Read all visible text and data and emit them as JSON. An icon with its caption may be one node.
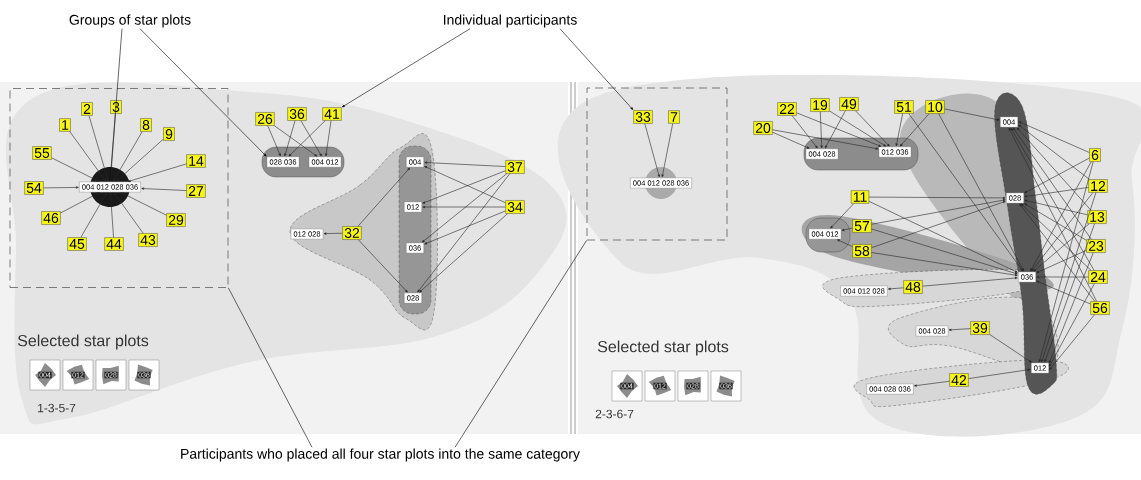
{
  "diagram": {
    "nodes": [
      {
        "text": [
          "Groups of star plots"
        ]
      },
      {
        "text": [
          "Individual participants"
        ]
      },
      {
        "text": [],
        "shape": "box"
      },
      {
        "text": [
          "1"
        ],
        "in": 2
      },
      {
        "text": [
          "2"
        ],
        "in": 2
      },
      {
        "text": [
          "3"
        ],
        "in": 2
      },
      {
        "text": [
          "8"
        ],
        "in": 2
      },
      {
        "text": [
          "9"
        ],
        "in": 2
      },
      {
        "text": [
          "14"
        ],
        "in": 2
      },
      {
        "text": [
          "27"
        ],
        "in": 2
      },
      {
        "text": [
          "29"
        ],
        "in": 2
      },
      {
        "text": [
          "43"
        ],
        "in": 2
      },
      {
        "text": [
          "44"
        ],
        "in": 2
      },
      {
        "text": [
          "45"
        ],
        "in": 2
      },
      {
        "text": [
          "46"
        ],
        "in": 2
      },
      {
        "text": [
          "54"
        ],
        "in": 2
      },
      {
        "text": [
          "55"
        ],
        "in": 2
      },
      {
        "text": [
          "004 012 028 036"
        ],
        "in": 2
      },
      {
        "text": [
          "26"
        ]
      },
      {
        "text": [
          "36"
        ]
      },
      {
        "text": [
          "41"
        ]
      },
      {
        "text": [
          "028 036"
        ]
      },
      {
        "text": [
          "004 012"
        ]
      },
      {
        "text": [
          "004"
        ]
      },
      {
        "text": [
          "012"
        ]
      },
      {
        "text": [
          "012 028"
        ]
      },
      {
        "text": [
          "32"
        ]
      },
      {
        "text": [
          "036"
        ]
      },
      {
        "text": [
          "028"
        ]
      },
      {
        "text": [
          "37"
        ]
      },
      {
        "text": [
          "34"
        ]
      },
      {
        "text": [],
        "shape": "box"
      },
      {
        "text": [
          "33"
        ],
        "in": 31
      },
      {
        "text": [
          "7"
        ],
        "in": 31
      },
      {
        "text": [
          "004 012 028 036"
        ],
        "in": 31
      },
      {
        "text": [
          "20"
        ]
      },
      {
        "text": [
          "22"
        ]
      },
      {
        "text": [
          "19"
        ]
      },
      {
        "text": [
          "49"
        ]
      },
      {
        "text": [
          "51"
        ]
      },
      {
        "text": [
          "10"
        ]
      },
      {
        "text": [
          "004 028"
        ]
      },
      {
        "text": [
          "012 036"
        ]
      },
      {
        "text": [
          "004"
        ]
      },
      {
        "text": [
          "028"
        ]
      },
      {
        "text": [
          "036"
        ]
      },
      {
        "text": [
          "012"
        ]
      },
      {
        "text": [
          "11"
        ]
      },
      {
        "text": [
          "57"
        ]
      },
      {
        "text": [
          "58"
        ]
      },
      {
        "text": [
          "004 012"
        ]
      },
      {
        "text": [
          "48"
        ]
      },
      {
        "text": [
          "004 012 028"
        ]
      },
      {
        "text": [
          "39"
        ]
      },
      {
        "text": [
          "004 028"
        ]
      },
      {
        "text": [
          "42"
        ]
      },
      {
        "text": [
          "004 028 036"
        ]
      },
      {
        "text": [
          "6"
        ]
      },
      {
        "text": [
          "12"
        ]
      },
      {
        "text": [
          "13"
        ]
      },
      {
        "text": [
          "23"
        ]
      },
      {
        "text": [
          "24"
        ]
      },
      {
        "text": [
          "56"
        ]
      },
      {
        "text": [
          "Participants who placed all four star plots into the same category"
        ]
      }
    ],
    "edges": [
      {
        "from": 0,
        "to": 17,
        "arrow": "to"
      },
      {
        "from": 0,
        "to": 21,
        "arrow": "to"
      },
      {
        "from": 1,
        "to": 20,
        "arrow": "to"
      },
      {
        "from": 1,
        "to": 32,
        "arrow": "to"
      },
      {
        "from": 63,
        "to": 2,
        "arrow": "none"
      },
      {
        "from": 63,
        "to": 31,
        "arrow": "none"
      },
      {
        "from": 3,
        "to": 17,
        "arrow": "to"
      },
      {
        "from": 4,
        "to": 17,
        "arrow": "to"
      },
      {
        "from": 5,
        "to": 17,
        "arrow": "to"
      },
      {
        "from": 6,
        "to": 17,
        "arrow": "to"
      },
      {
        "from": 7,
        "to": 17,
        "arrow": "to"
      },
      {
        "from": 8,
        "to": 17,
        "arrow": "to"
      },
      {
        "from": 9,
        "to": 17,
        "arrow": "to"
      },
      {
        "from": 10,
        "to": 17,
        "arrow": "to"
      },
      {
        "from": 11,
        "to": 17,
        "arrow": "to"
      },
      {
        "from": 12,
        "to": 17,
        "arrow": "to"
      },
      {
        "from": 13,
        "to": 17,
        "arrow": "to"
      },
      {
        "from": 14,
        "to": 17,
        "arrow": "to"
      },
      {
        "from": 15,
        "to": 17,
        "arrow": "to"
      },
      {
        "from": 16,
        "to": 17,
        "arrow": "to"
      },
      {
        "from": 18,
        "to": 21,
        "arrow": "to"
      },
      {
        "from": 18,
        "to": 22,
        "arrow": "to"
      },
      {
        "from": 19,
        "to": 21,
        "arrow": "to"
      },
      {
        "from": 19,
        "to": 22,
        "arrow": "to"
      },
      {
        "from": 20,
        "to": 21,
        "arrow": "to"
      },
      {
        "from": 20,
        "to": 22,
        "arrow": "to"
      },
      {
        "from": 26,
        "to": 25,
        "arrow": "to"
      },
      {
        "from": 26,
        "to": 23,
        "arrow": "to"
      },
      {
        "from": 26,
        "to": 28,
        "arrow": "to"
      },
      {
        "from": 29,
        "to": 23,
        "arrow": "to"
      },
      {
        "from": 29,
        "to": 24,
        "arrow": "to"
      },
      {
        "from": 29,
        "to": 27,
        "arrow": "to"
      },
      {
        "from": 29,
        "to": 28,
        "arrow": "to"
      },
      {
        "from": 30,
        "to": 23,
        "arrow": "to"
      },
      {
        "from": 30,
        "to": 24,
        "arrow": "to"
      },
      {
        "from": 30,
        "to": 27,
        "arrow": "to"
      },
      {
        "from": 30,
        "to": 28,
        "arrow": "to"
      },
      {
        "from": 32,
        "to": 34,
        "arrow": "to"
      },
      {
        "from": 33,
        "to": 34,
        "arrow": "to"
      },
      {
        "from": 35,
        "to": 41,
        "arrow": "to"
      },
      {
        "from": 35,
        "to": 42,
        "arrow": "to"
      },
      {
        "from": 36,
        "to": 41,
        "arrow": "to"
      },
      {
        "from": 36,
        "to": 42,
        "arrow": "to"
      },
      {
        "from": 37,
        "to": 41,
        "arrow": "to"
      },
      {
        "from": 37,
        "to": 42,
        "arrow": "to"
      },
      {
        "from": 38,
        "to": 41,
        "arrow": "to"
      },
      {
        "from": 38,
        "to": 42,
        "arrow": "to"
      },
      {
        "from": 39,
        "to": 42,
        "arrow": "to"
      },
      {
        "from": 39,
        "to": 45,
        "arrow": "to"
      },
      {
        "from": 40,
        "to": 42,
        "arrow": "to"
      },
      {
        "from": 40,
        "to": 43,
        "arrow": "to"
      },
      {
        "from": 40,
        "to": 45,
        "arrow": "to"
      },
      {
        "from": 47,
        "to": 44,
        "arrow": "to"
      },
      {
        "from": 47,
        "to": 45,
        "arrow": "to"
      },
      {
        "from": 47,
        "to": 50,
        "arrow": "to"
      },
      {
        "from": 48,
        "to": 44,
        "arrow": "to"
      },
      {
        "from": 48,
        "to": 45,
        "arrow": "to"
      },
      {
        "from": 48,
        "to": 50,
        "arrow": "to"
      },
      {
        "from": 49,
        "to": 44,
        "arrow": "to"
      },
      {
        "from": 49,
        "to": 45,
        "arrow": "to"
      },
      {
        "from": 49,
        "to": 50,
        "arrow": "to"
      },
      {
        "from": 51,
        "to": 52,
        "arrow": "to"
      },
      {
        "from": 51,
        "to": 45,
        "arrow": "to"
      },
      {
        "from": 53,
        "to": 54,
        "arrow": "to"
      },
      {
        "from": 53,
        "to": 46,
        "arrow": "to"
      },
      {
        "from": 55,
        "to": 56,
        "arrow": "to"
      },
      {
        "from": 55,
        "to": 46,
        "arrow": "to"
      },
      {
        "from": 57,
        "to": 43,
        "arrow": "to"
      },
      {
        "from": 57,
        "to": 44,
        "arrow": "to"
      },
      {
        "from": 57,
        "to": 45,
        "arrow": "to"
      },
      {
        "from": 57,
        "to": 46,
        "arrow": "to"
      },
      {
        "from": 58,
        "to": 43,
        "arrow": "to"
      },
      {
        "from": 58,
        "to": 44,
        "arrow": "to"
      },
      {
        "from": 58,
        "to": 45,
        "arrow": "to"
      },
      {
        "from": 58,
        "to": 46,
        "arrow": "to"
      },
      {
        "from": 59,
        "to": 43,
        "arrow": "to"
      },
      {
        "from": 59,
        "to": 44,
        "arrow": "to"
      },
      {
        "from": 59,
        "to": 45,
        "arrow": "to"
      },
      {
        "from": 59,
        "to": 46,
        "arrow": "to"
      },
      {
        "from": 60,
        "to": 43,
        "arrow": "to"
      },
      {
        "from": 60,
        "to": 44,
        "arrow": "to"
      },
      {
        "from": 60,
        "to": 45,
        "arrow": "to"
      },
      {
        "from": 60,
        "to": 46,
        "arrow": "to"
      },
      {
        "from": 61,
        "to": 43,
        "arrow": "to"
      },
      {
        "from": 61,
        "to": 44,
        "arrow": "to"
      },
      {
        "from": 61,
        "to": 45,
        "arrow": "to"
      },
      {
        "from": 61,
        "to": 46,
        "arrow": "to"
      },
      {
        "from": 62,
        "to": 43,
        "arrow": "to"
      },
      {
        "from": 62,
        "to": 44,
        "arrow": "to"
      },
      {
        "from": 62,
        "to": 45,
        "arrow": "to"
      },
      {
        "from": 62,
        "to": 46,
        "arrow": "to"
      }
    ],
    "labels": [
      "Selected star plots",
      "004",
      "012",
      "028",
      "036",
      "1-3-5-7",
      "Selected star plots",
      "004",
      "012",
      "028",
      "036",
      "2-3-6-7"
    ]
  }
}
